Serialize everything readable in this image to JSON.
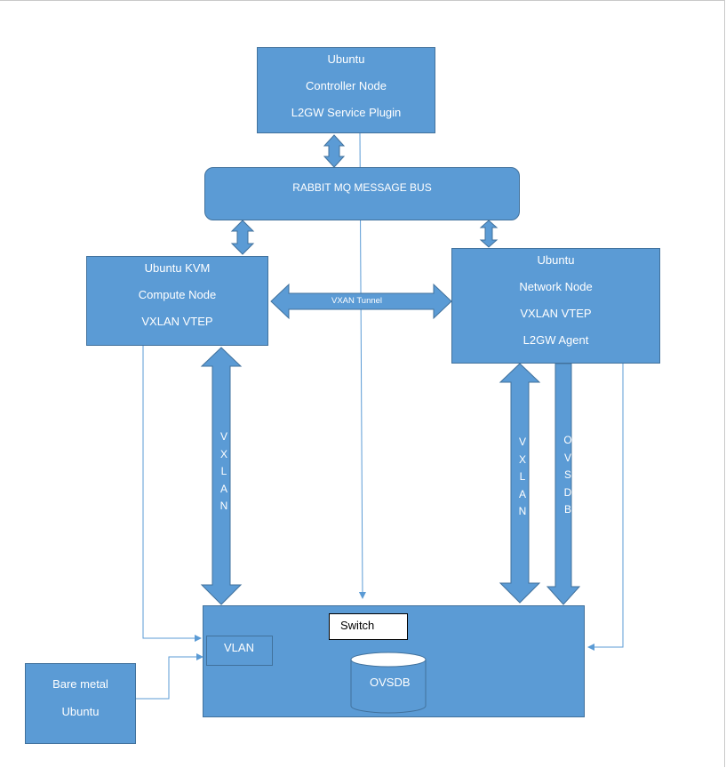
{
  "controller_node": {
    "lines": [
      "Ubuntu",
      "Controller Node",
      "L2GW Service Plugin"
    ]
  },
  "message_bus": {
    "label": "RABBIT MQ MESSAGE BUS"
  },
  "compute_node": {
    "lines": [
      "Ubuntu KVM",
      "Compute Node",
      "VXLAN VTEP"
    ]
  },
  "network_node": {
    "lines": [
      "Ubuntu",
      "Network Node",
      "VXLAN VTEP",
      "L2GW Agent"
    ]
  },
  "vxlan_tunnel": {
    "label": "VXAN Tunnel"
  },
  "vxlan_left": {
    "letters": [
      "V",
      "X",
      "L",
      "A",
      "N"
    ]
  },
  "vxlan_right": {
    "letters": [
      "V",
      "X",
      "L",
      "A",
      "N"
    ]
  },
  "ovsdb_link": {
    "letters": [
      "O",
      "V",
      "S",
      "D",
      "B"
    ]
  },
  "switch": {
    "label": "Switch",
    "vlan_label": "VLAN",
    "ovsdb_label": "OVSDB"
  },
  "bare_metal": {
    "lines": [
      "Bare metal",
      "Ubuntu"
    ]
  },
  "colors": {
    "node_fill": "#5b9bd5",
    "node_border": "#41719c",
    "connector": "#5b9bd5"
  }
}
